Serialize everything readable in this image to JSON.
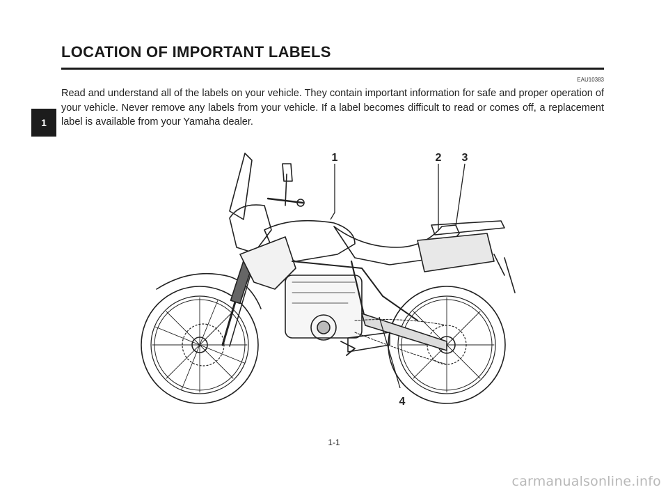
{
  "page": {
    "title": "LOCATION OF IMPORTANT LABELS",
    "code": "EAU10383",
    "body": "Read and understand all of the labels on your vehicle. They contain important information for safe and proper operation of your vehicle. Never remove any labels from your vehicle. If a label becomes difficult to read or comes off, a replacement label is available from your Yamaha dealer.",
    "chapter_tab": "1",
    "page_number": "1-1",
    "watermark": "carmanualsonline.info"
  },
  "figure": {
    "callouts": [
      "1",
      "2",
      "3",
      "4"
    ]
  }
}
